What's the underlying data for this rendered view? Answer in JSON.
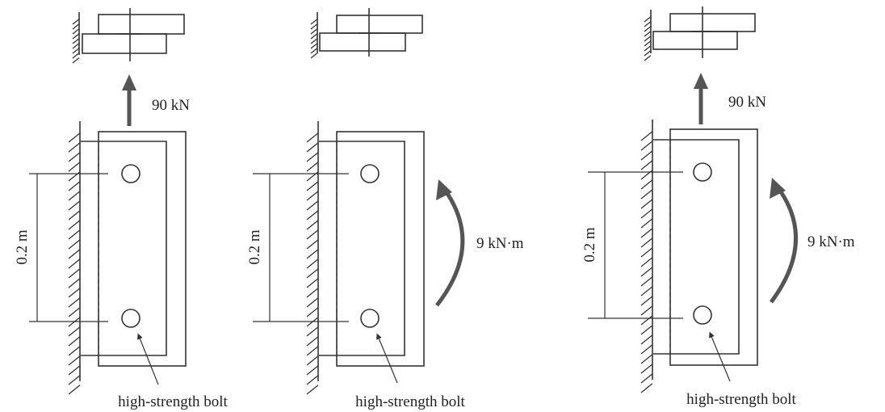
{
  "figure": {
    "panels": [
      {
        "force_label": "90 kN",
        "dimension_label": "0.2 m",
        "bolt_label": "high-strength bolt"
      },
      {
        "moment_label": "9 kN·m",
        "dimension_label": "0.2 m",
        "bolt_label": "high-strength bolt"
      },
      {
        "force_label": "90 kN",
        "moment_label": "9 kN·m",
        "dimension_label": "0.2 m",
        "bolt_label": "high-strength bolt"
      }
    ],
    "colors": {
      "ink": "#333333",
      "arrow": "#555555"
    }
  }
}
